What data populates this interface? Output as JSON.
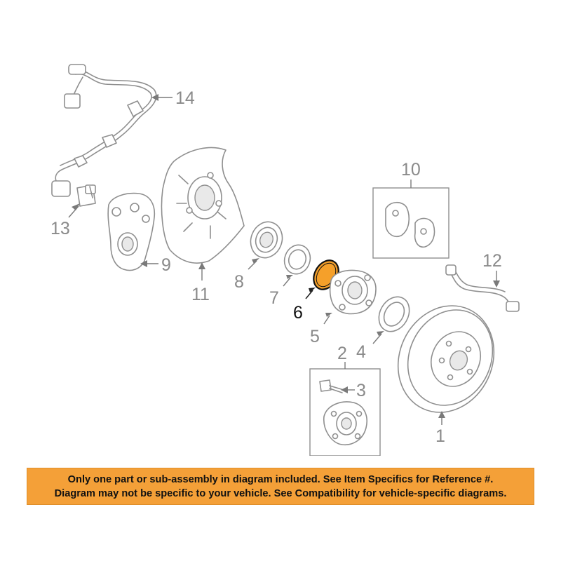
{
  "diagram": {
    "callouts": {
      "c1": "1",
      "c2": "2",
      "c3": "3",
      "c4": "4",
      "c5": "5",
      "c6": "6",
      "c7": "7",
      "c8": "8",
      "c9": "9",
      "c10": "10",
      "c11": "11",
      "c12": "12",
      "c13": "13",
      "c14": "14"
    },
    "highlighted_part": "6",
    "highlight_color": "#F5A02A"
  },
  "banner": {
    "line1": "Only one part or sub-assembly in diagram included. See Item Specifics for Reference #.",
    "line2": "Diagram may not be specific to your vehicle. See Compatibility for vehicle-specific diagrams.",
    "background_color": "#F4A038"
  }
}
